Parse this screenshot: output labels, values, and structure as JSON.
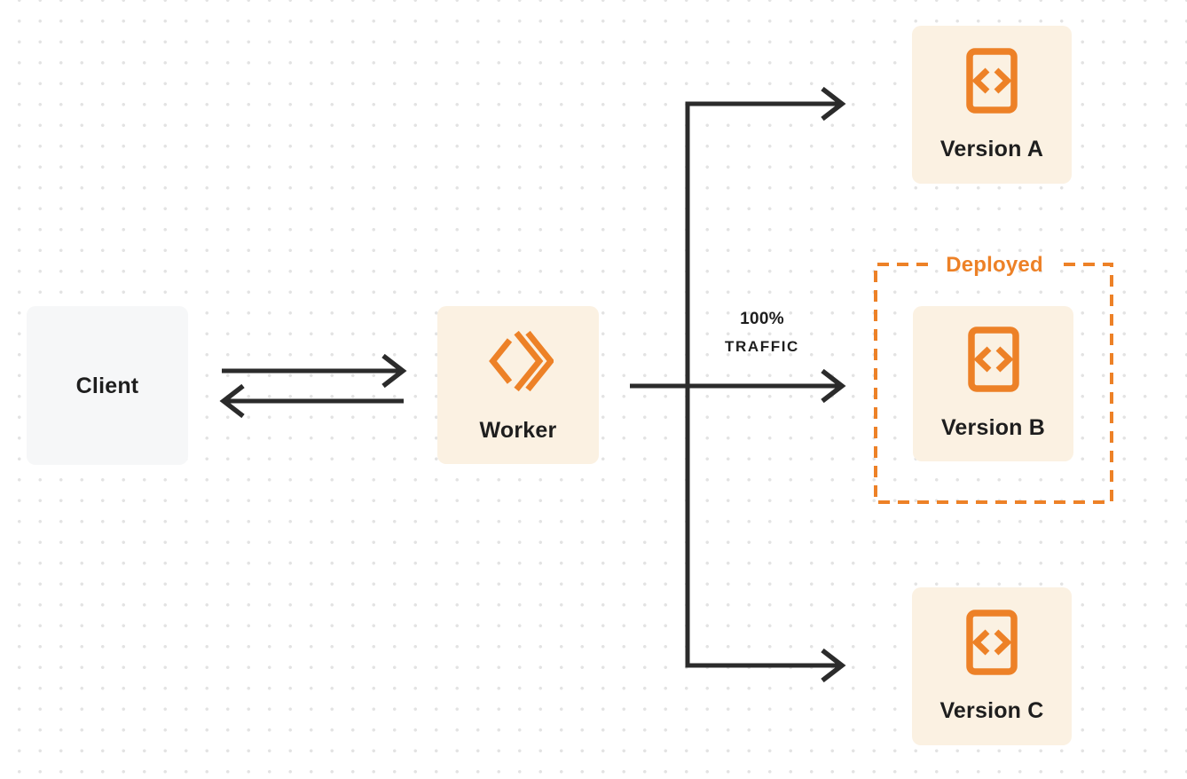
{
  "page": {
    "background": "#FFFFFF",
    "dot_grid_color": "#E3E3E3"
  },
  "colors": {
    "accent": "#ED8127",
    "node_fill": "#FBF1E2",
    "client_fill": "#F6F7F8",
    "arrow": "#2B2B2B",
    "text": "#1E1E1E"
  },
  "nodes": {
    "client": {
      "label": "Client",
      "icon": null
    },
    "worker": {
      "label": "Worker",
      "icon": "workers-logo-icon"
    },
    "version_a": {
      "label": "Version A",
      "icon": "code-file-icon"
    },
    "version_b": {
      "label": "Version B",
      "icon": "code-file-icon"
    },
    "version_c": {
      "label": "Version C",
      "icon": "code-file-icon"
    }
  },
  "labels": {
    "deployed": "Deployed",
    "traffic_line1": "100%",
    "traffic_line2": "TRAFFIC"
  },
  "edges": [
    {
      "from": "client",
      "to": "worker",
      "style": "arrow-right"
    },
    {
      "from": "worker",
      "to": "client",
      "style": "arrow-left"
    },
    {
      "from": "worker",
      "to": "version_a",
      "style": "arrow"
    },
    {
      "from": "worker",
      "to": "version_b",
      "style": "arrow",
      "label": "100% TRAFFIC"
    },
    {
      "from": "worker",
      "to": "version_c",
      "style": "arrow"
    }
  ],
  "groups": [
    {
      "name": "deployed-group",
      "label": "Deployed",
      "contains": [
        "version_b"
      ],
      "style": "dashed-orange"
    }
  ]
}
